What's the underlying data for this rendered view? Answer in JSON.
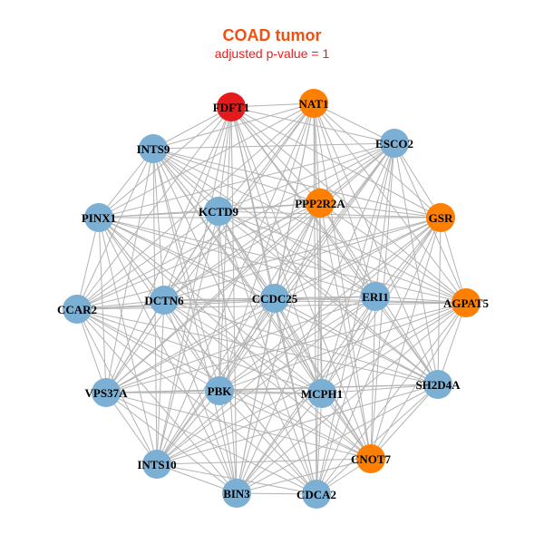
{
  "title": "COAD tumor",
  "subtitle": "adjusted p-value = 1",
  "colors": {
    "default": "#7bafd4",
    "highlight_red": "#e41a1c",
    "highlight_orange": "#ff7f00",
    "edge": "#b3b3b3"
  },
  "nodes": [
    {
      "id": "FDFT1",
      "group": "red"
    },
    {
      "id": "NAT1",
      "group": "orange"
    },
    {
      "id": "INTS9",
      "group": "default"
    },
    {
      "id": "ESCO2",
      "group": "default"
    },
    {
      "id": "KCTD9",
      "group": "default"
    },
    {
      "id": "PPP2R2A",
      "group": "orange"
    },
    {
      "id": "PINX1",
      "group": "default"
    },
    {
      "id": "GSR",
      "group": "orange"
    },
    {
      "id": "CCAR2",
      "group": "default"
    },
    {
      "id": "DCTN6",
      "group": "default"
    },
    {
      "id": "CCDC25",
      "group": "default"
    },
    {
      "id": "ERI1",
      "group": "default"
    },
    {
      "id": "AGPAT5",
      "group": "orange"
    },
    {
      "id": "VPS37A",
      "group": "default"
    },
    {
      "id": "PBK",
      "group": "default"
    },
    {
      "id": "MCPH1",
      "group": "default"
    },
    {
      "id": "SH2D4A",
      "group": "default"
    },
    {
      "id": "INTS10",
      "group": "default"
    },
    {
      "id": "CNOT7",
      "group": "orange"
    },
    {
      "id": "BIN3",
      "group": "default"
    },
    {
      "id": "CDCA2",
      "group": "default"
    }
  ]
}
